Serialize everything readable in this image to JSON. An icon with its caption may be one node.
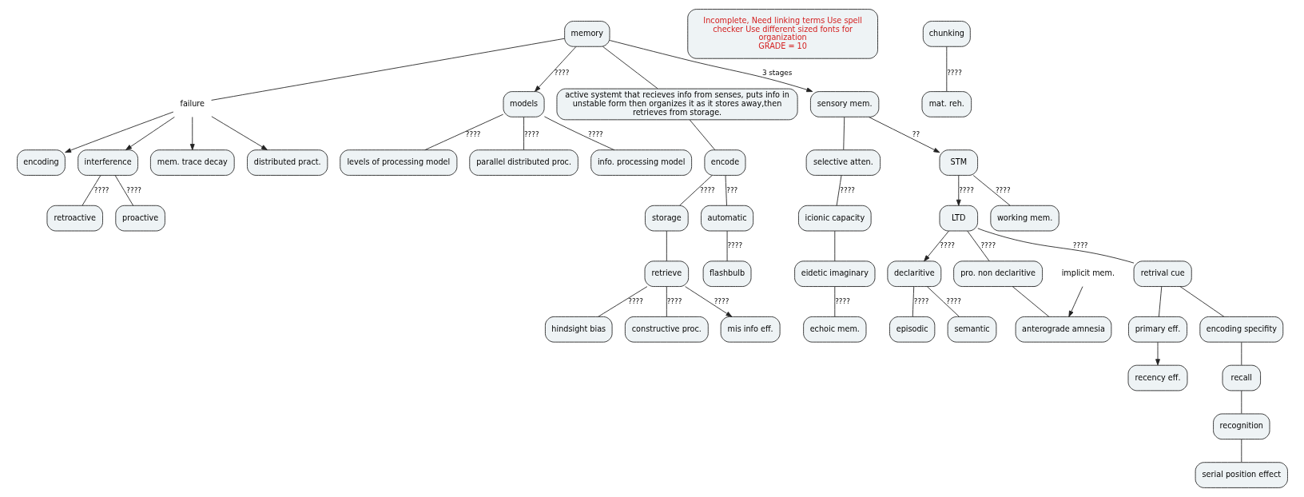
{
  "diagram": {
    "nodes": [
      {
        "text": [
          "memory"
        ]
      },
      {
        "text": [
          "failure"
        ]
      },
      {
        "text": [
          "mem. trace decay"
        ]
      },
      {
        "text": [
          "distributed pract."
        ]
      },
      {
        "text": [
          "encoding"
        ]
      },
      {
        "text": [
          "interference"
        ]
      },
      {
        "text": [
          "proactive"
        ]
      },
      {
        "text": [
          "retroactive"
        ]
      },
      {
        "text": [
          "Incomplete, Need linking terms Use spell checker Use different sized fonts for organization",
          "GRADE = 10"
        ]
      },
      {
        "text": [
          "models"
        ]
      },
      {
        "text": [
          "info. processing model"
        ]
      },
      {
        "text": [
          "levels of processing model"
        ]
      },
      {
        "text": [
          "parallel distributed proc."
        ]
      },
      {
        "text": [
          "active systemt that recieves info from senses, puts info in unstable form then organizes it as it stores away,then retrieves from storage."
        ]
      },
      {
        "text": [
          "encode"
        ]
      },
      {
        "text": [
          "automatic"
        ]
      },
      {
        "text": [
          "flashbulb"
        ]
      },
      {
        "text": [
          "storage"
        ]
      },
      {
        "text": [
          "retrieve"
        ]
      },
      {
        "text": [
          "mis info eff."
        ]
      },
      {
        "text": [
          "hindsight bias"
        ]
      },
      {
        "text": [
          "constructive proc."
        ]
      },
      {
        "text": [
          "sensory mem."
        ]
      },
      {
        "text": [
          "selective atten."
        ]
      },
      {
        "text": [
          "icionic capacity"
        ]
      },
      {
        "text": [
          "eidetic imaginary"
        ]
      },
      {
        "text": [
          "echoic mem."
        ]
      },
      {
        "text": [
          "STM"
        ]
      },
      {
        "text": [
          "working mem."
        ]
      },
      {
        "text": [
          "chunking"
        ]
      },
      {
        "text": [
          "mat. reh."
        ]
      },
      {
        "text": [
          "LTD"
        ]
      },
      {
        "text": [
          "pro. non declaritive"
        ]
      },
      {
        "text": [
          "anterograde amnesia"
        ]
      },
      {
        "text": [
          "implicit mem."
        ]
      },
      {
        "text": [
          "declaritive"
        ]
      },
      {
        "text": [
          "episodic"
        ]
      },
      {
        "text": [
          "semantic"
        ]
      },
      {
        "text": [
          "retrival cue"
        ]
      },
      {
        "text": [
          "primary eff."
        ]
      },
      {
        "text": [
          "recency eff."
        ]
      },
      {
        "text": [
          "encoding specifity"
        ]
      },
      {
        "text": [
          "recall"
        ]
      },
      {
        "text": [
          "recognition"
        ]
      },
      {
        "text": [
          "serial position effect"
        ]
      }
    ],
    "edges": [
      {
        "from": 0,
        "to": 1,
        "arrow": "none"
      },
      {
        "from": 1,
        "to": 2,
        "arrow": "to"
      },
      {
        "from": 1,
        "to": 3,
        "arrow": "to"
      },
      {
        "from": 1,
        "to": 4,
        "arrow": "to"
      },
      {
        "from": 1,
        "to": 5,
        "arrow": "to"
      },
      {
        "from": 5,
        "to": 6,
        "label": "????",
        "arrow": "none"
      },
      {
        "from": 5,
        "to": 7,
        "label": "????",
        "arrow": "none"
      },
      {
        "from": 0,
        "to": 22,
        "label": "3 stages",
        "arrow": "to"
      },
      {
        "from": 0,
        "to": 9,
        "label": "????",
        "arrow": "to"
      },
      {
        "from": 0,
        "to": 13,
        "arrow": "none"
      },
      {
        "from": 9,
        "to": 10,
        "label": "????",
        "arrow": "none"
      },
      {
        "from": 9,
        "to": 11,
        "label": "????",
        "arrow": "none"
      },
      {
        "from": 9,
        "to": 12,
        "label": "????",
        "arrow": "none"
      },
      {
        "from": 13,
        "to": 14,
        "arrow": "none"
      },
      {
        "from": 14,
        "to": 15,
        "label": "???",
        "arrow": "none"
      },
      {
        "from": 15,
        "to": 16,
        "label": "????",
        "arrow": "none"
      },
      {
        "from": 14,
        "to": 17,
        "label": "????",
        "arrow": "none"
      },
      {
        "from": 17,
        "to": 18,
        "arrow": "none"
      },
      {
        "from": 18,
        "to": 19,
        "label": "????",
        "arrow": "to"
      },
      {
        "from": 18,
        "to": 20,
        "label": "????",
        "arrow": "none"
      },
      {
        "from": 18,
        "to": 21,
        "label": "????",
        "arrow": "none"
      },
      {
        "from": 22,
        "to": 27,
        "label": "??",
        "arrow": "to"
      },
      {
        "from": 22,
        "to": 23,
        "arrow": "none"
      },
      {
        "from": 23,
        "to": 24,
        "label": "????",
        "arrow": "none"
      },
      {
        "from": 24,
        "to": 25,
        "arrow": "none"
      },
      {
        "from": 25,
        "to": 26,
        "label": "????",
        "arrow": "none"
      },
      {
        "from": 27,
        "to": 28,
        "label": "????",
        "arrow": "none"
      },
      {
        "from": 27,
        "to": 31,
        "label": "????",
        "arrow": "to"
      },
      {
        "from": 29,
        "to": 30,
        "label": "????",
        "arrow": "none"
      },
      {
        "from": 31,
        "to": 32,
        "label": "????",
        "arrow": "none"
      },
      {
        "from": 31,
        "to": 35,
        "label": "????",
        "arrow": "to"
      },
      {
        "from": 31,
        "to": 38,
        "label": "????",
        "arrow": "none"
      },
      {
        "from": 32,
        "to": 33,
        "arrow": "none"
      },
      {
        "from": 34,
        "to": 33,
        "arrow": "to"
      },
      {
        "from": 35,
        "to": 36,
        "label": "????",
        "arrow": "none"
      },
      {
        "from": 35,
        "to": 37,
        "label": "????",
        "arrow": "none"
      },
      {
        "from": 38,
        "to": 39,
        "arrow": "none"
      },
      {
        "from": 39,
        "to": 40,
        "arrow": "to"
      },
      {
        "from": 38,
        "to": 41,
        "arrow": "none"
      },
      {
        "from": 41,
        "to": 42,
        "arrow": "none"
      },
      {
        "from": 42,
        "to": 43,
        "arrow": "none"
      },
      {
        "from": 43,
        "to": 44,
        "arrow": "none"
      }
    ]
  }
}
